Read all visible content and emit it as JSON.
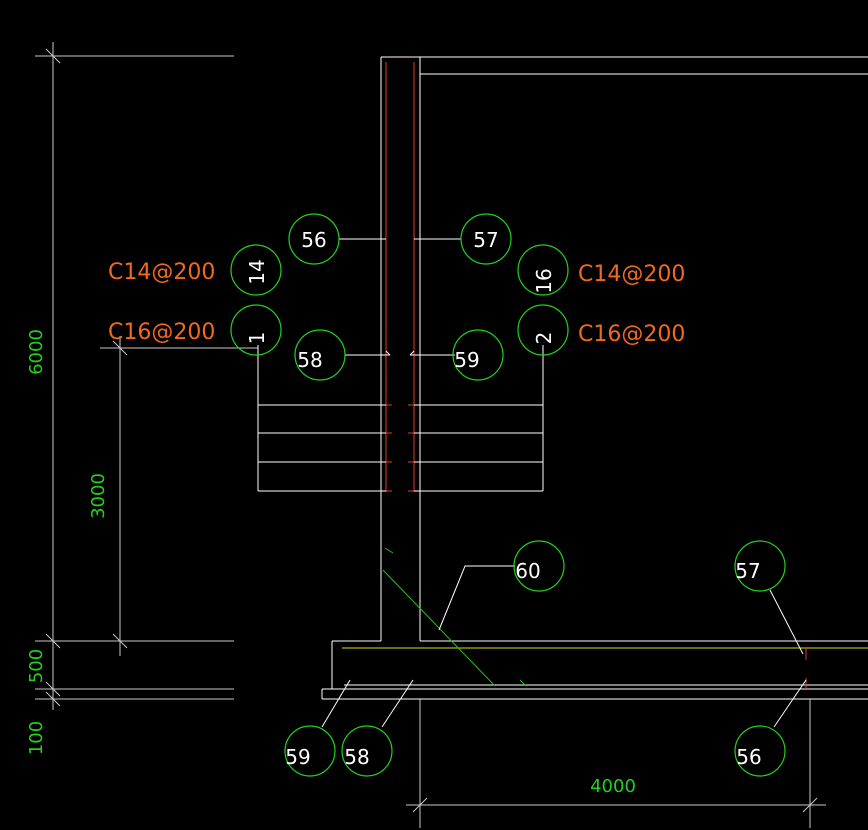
{
  "colors": {
    "background": "#000000",
    "outline": "#ffffff",
    "bubble": "#22d11c",
    "rebar_label": "#f06a1c",
    "dimension_text": "#22d11c",
    "rebar_line": "#e03a2a",
    "slab_line": "#e0e000"
  },
  "callouts": {
    "n56_top": "56",
    "n57_top": "57",
    "n58_mid": "58",
    "n59_mid": "59",
    "n14": "14",
    "n16": "16",
    "n1": "1",
    "n2": "2",
    "n60": "60",
    "n57_right": "57",
    "n59_bottom": "59",
    "n58_bottom": "58",
    "n56_bottom": "56"
  },
  "rebar_labels": {
    "left_upper": "C14@200",
    "left_lower": "C16@200",
    "right_upper": "C14@200",
    "right_lower": "C16@200"
  },
  "dimensions": {
    "overall_height": "6000",
    "lower_height": "3000",
    "footing_height": "500",
    "base_height": "100",
    "width": "4000"
  }
}
